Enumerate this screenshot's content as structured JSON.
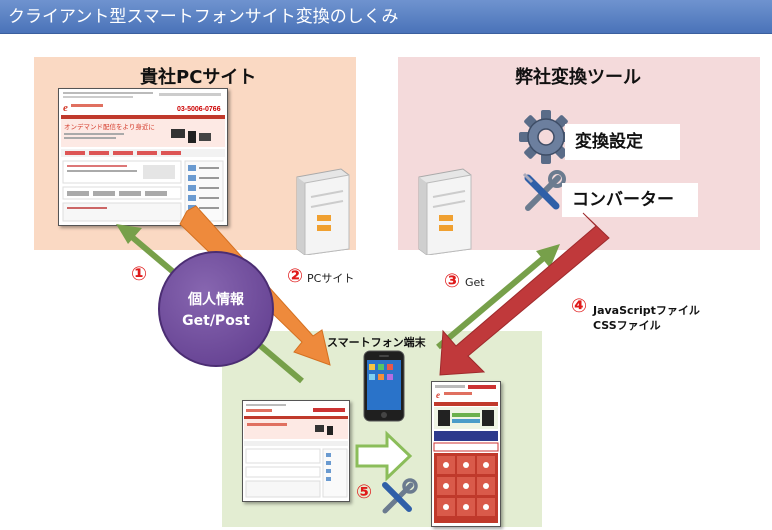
{
  "header": {
    "title": "クライアント型スマートフォンサイト変換のしくみ"
  },
  "client_panel": {
    "title": "貴社PCサイト"
  },
  "tool_panel": {
    "title": "弊社変換ツール",
    "converter_setting": "変換設定",
    "converter": "コンバーター"
  },
  "phone_panel": {
    "title": "スマートフォン端末"
  },
  "bubble": {
    "line1": "個人情報",
    "line2": "Get/Post"
  },
  "steps": {
    "s1": "①",
    "s2": "②",
    "s2_label": "PCサイト",
    "s3": "③",
    "s3_label": "Get",
    "s4": "④",
    "s4_label1": "JavaScriptファイル",
    "s4_label2": "CSSファイル",
    "s5": "⑤"
  },
  "site_thumbnail": {
    "tagline": "オンデマンド配信をより身近に",
    "phone_number": "03-5006-0766"
  },
  "colors": {
    "header": "#5a80c2",
    "client_panel": "#fad9c3",
    "tool_panel": "#f4dadb",
    "phone_panel": "#e3edd2",
    "bubble": "#6b469a",
    "green_arrow": "#77a04a",
    "orange_arrow": "#ee8a3c",
    "red_arrow": "#c0393b"
  }
}
